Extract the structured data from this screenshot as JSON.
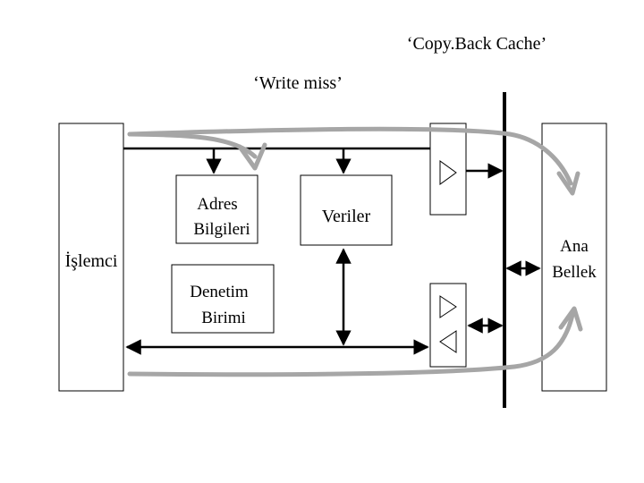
{
  "title": "‘Copy.Back Cache’",
  "subtitle": "‘Write miss’",
  "processor": {
    "label": "İşlemci"
  },
  "address_block": {
    "line1": "Adres",
    "line2": "Bilgileri"
  },
  "control_block": {
    "line1": "Denetim",
    "line2": "Birimi"
  },
  "data_block": {
    "label": "Veriler"
  },
  "memory": {
    "line1": "Ana",
    "line2": "Bellek"
  },
  "colors": {
    "line": "#000000",
    "flow_arrow": "#a6a6a6",
    "background": "#ffffff"
  }
}
